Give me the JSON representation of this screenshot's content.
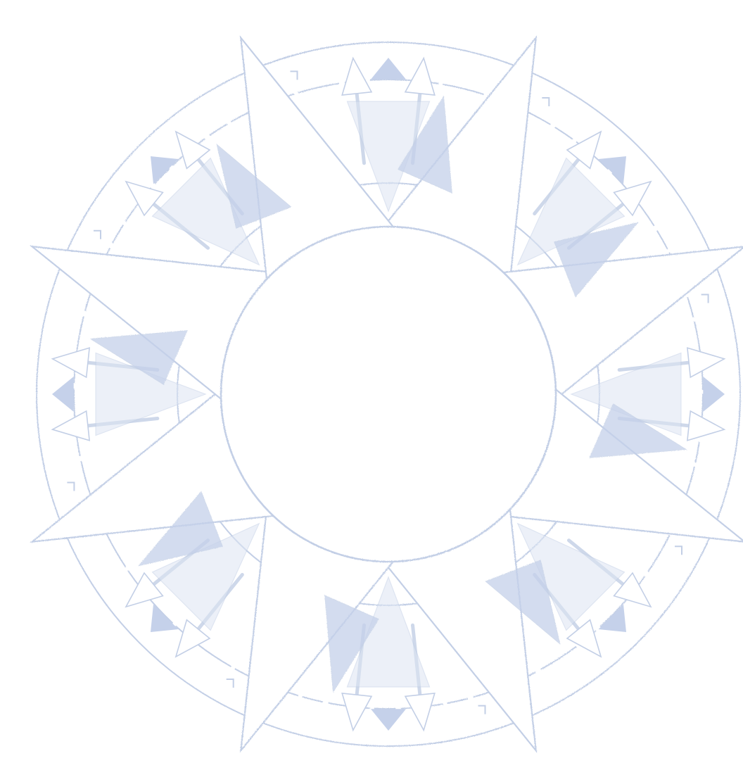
{
  "image": {
    "description_type": "decorative-emblem",
    "motif": "compass-star-ring",
    "star_points": 8,
    "colors": {
      "background": "#ffffff",
      "line": "#c3cfe6",
      "fill_light": "#dde5f3",
      "fill_medium": "#c5d1ea",
      "center": "#ffffff"
    }
  }
}
